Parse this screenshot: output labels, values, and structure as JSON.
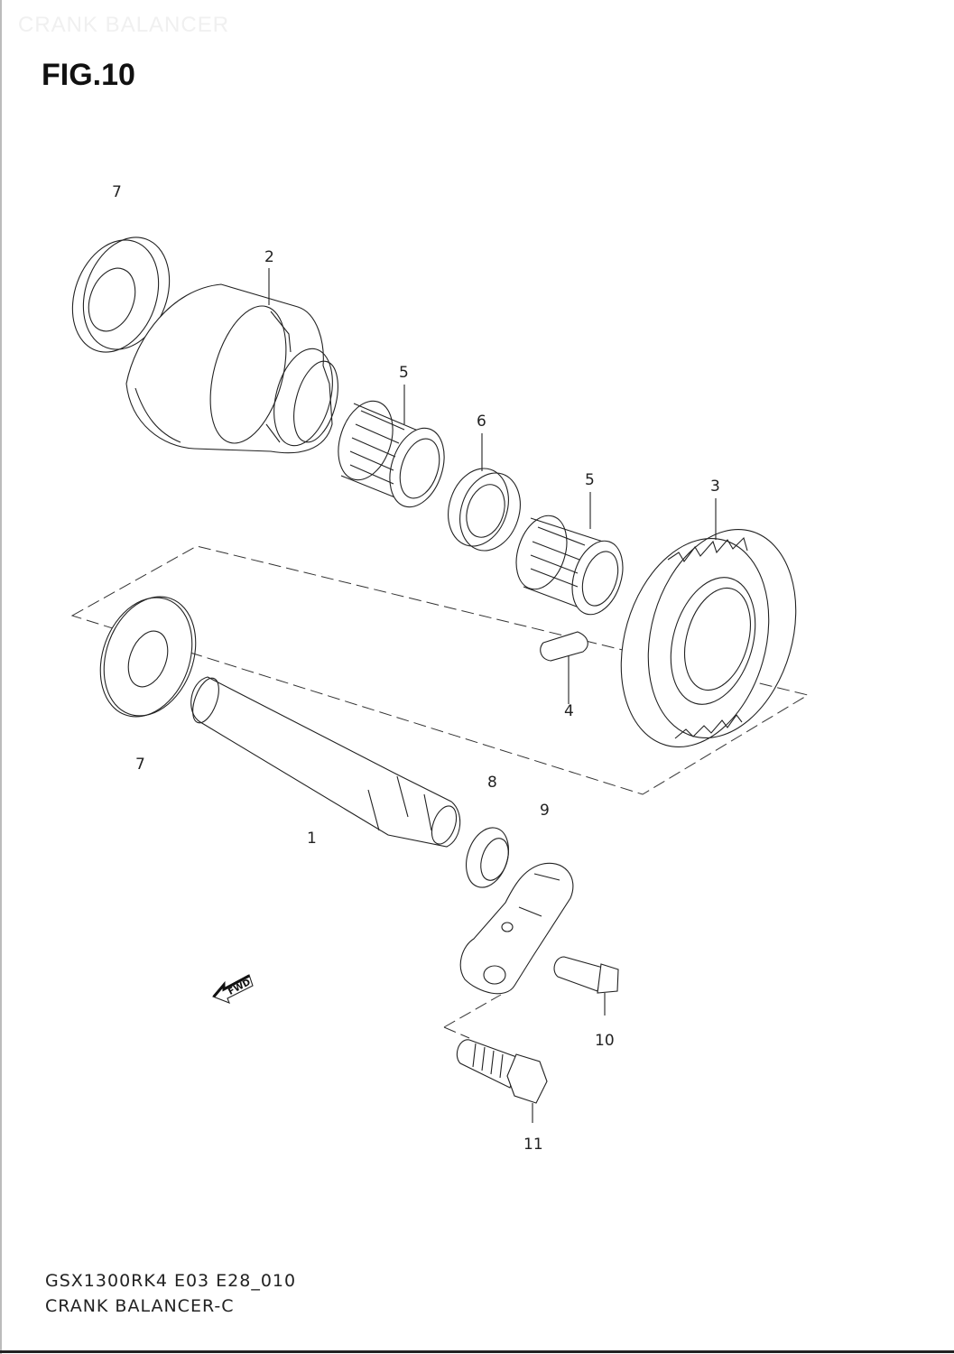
{
  "header": {
    "ghost_title": "CRANK BALANCER",
    "figure_label": "FIG.10"
  },
  "diagram": {
    "part_refs": [
      "7",
      "2",
      "5",
      "6",
      "5",
      "3",
      "4",
      "7",
      "8",
      "9",
      "1",
      "10",
      "11"
    ],
    "fwd_label": "FWD"
  },
  "footer": {
    "code": "GSX1300RK4 E03 E28_010",
    "name": "CRANK BALANCER-C"
  }
}
